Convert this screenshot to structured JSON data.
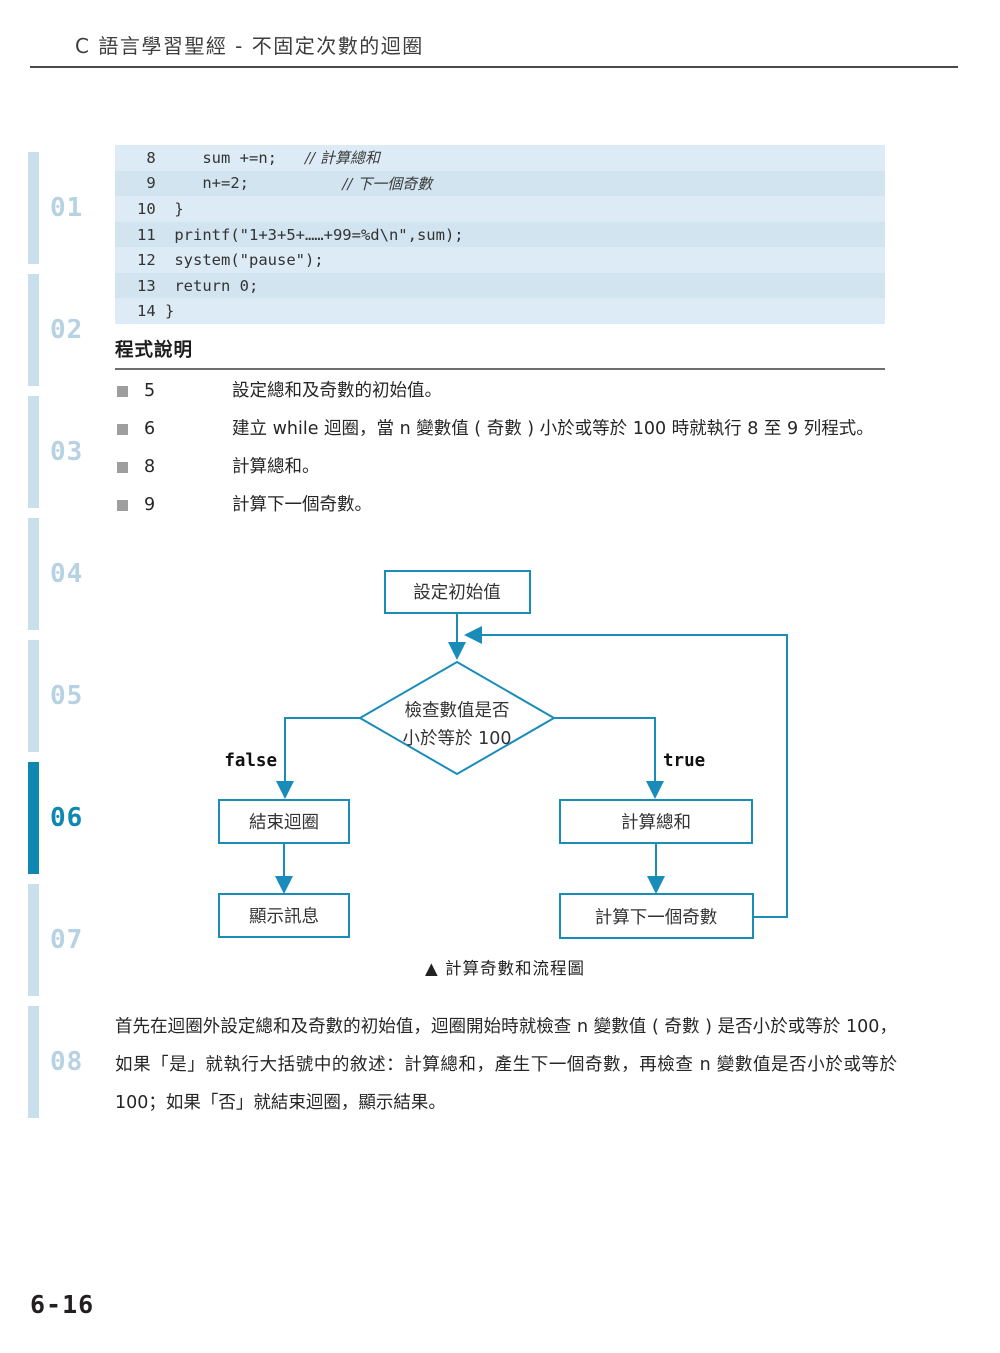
{
  "header": {
    "title": "C 語言學習聖經 - 不固定次數的迴圈"
  },
  "sidebar": {
    "active_item": "06",
    "active_color": "#0e87b1",
    "inactive_color": "#c9dfeb",
    "items": [
      {
        "label": "01"
      },
      {
        "label": "02"
      },
      {
        "label": "03"
      },
      {
        "label": "04"
      },
      {
        "label": "05"
      },
      {
        "label": "06"
      },
      {
        "label": "07"
      },
      {
        "label": "08"
      }
    ]
  },
  "code_block": {
    "background": "#d7e7f2",
    "lines": [
      {
        "num": " 8",
        "code": "     sum +=n;   ",
        "comment": "// 計算總和"
      },
      {
        "num": " 9",
        "code": "     n+=2;          ",
        "comment": "// 下一個奇數"
      },
      {
        "num": "10",
        "code": "  }",
        "comment": ""
      },
      {
        "num": "11",
        "code": "  printf(\"1+3+5+……+99=%d\\n\",sum);",
        "comment": ""
      },
      {
        "num": "12",
        "code": "  system(\"pause\");",
        "comment": ""
      },
      {
        "num": "13",
        "code": "  return 0;",
        "comment": ""
      },
      {
        "num": "14",
        "code": " }",
        "comment": ""
      }
    ]
  },
  "explanation": {
    "heading": "程式說明",
    "items": [
      {
        "line": "5",
        "text": "設定總和及奇數的初始值。"
      },
      {
        "line": "6",
        "text": "建立 while 迴圈，當 n 變數值 ( 奇數 ) 小於或等於 100 時就執行 8 至 9 列程式。"
      },
      {
        "line": "8",
        "text": "計算總和。"
      },
      {
        "line": "9",
        "text": "計算下一個奇數。"
      }
    ]
  },
  "flowchart": {
    "stroke_color": "#1a8cba",
    "nodes": {
      "start": "設定初始值",
      "decision_line1": "檢查數值是否",
      "decision_line2": "小於等於 100",
      "end_loop": "結束迴圈",
      "show_message": "顯示訊息",
      "calc_sum": "計算總和",
      "next_odd": "計算下一個奇數"
    },
    "branch_false": "false",
    "branch_true": "true",
    "caption": "▲ 計算奇數和流程圖"
  },
  "paragraph": "首先在迴圈外設定總和及奇數的初始值，迴圈開始時就檢查 n 變數值 ( 奇數 ) 是否小於或等於 100，如果「是」就執行大括號中的敘述：計算總和，產生下一個奇數，再檢查 n 變數值是否小於或等於 100；如果「否」就結束迴圈，顯示結果。",
  "footer": {
    "page_number": "6-16"
  }
}
